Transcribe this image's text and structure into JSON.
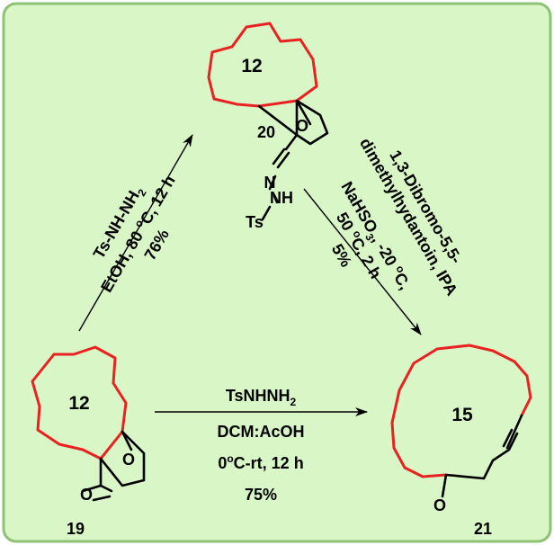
{
  "scheme": {
    "background_color": "#d8f6c6",
    "border_color": "#8ec275",
    "ring_color": "#ea2121"
  },
  "compounds": {
    "c19": {
      "label": "19",
      "ring_label": "12",
      "heteroatom_O_ring": "O",
      "heteroatom_O_keto": "O"
    },
    "c20": {
      "label": "20",
      "ring_label": "12",
      "heteroatom_O_ring": "O",
      "N1": "N",
      "NH": "NH",
      "Ts": "Ts"
    },
    "c21": {
      "label": "21",
      "ring_label": "15",
      "heteroatom_O_keto": "O"
    }
  },
  "reactions": {
    "left": {
      "line1_text": "Ts-NH-NH",
      "line1_sub": "2",
      "line2_text": "EtOH, 80 ",
      "line2_sup": "o",
      "line2_tail": "C, 12 h",
      "line3": "76%"
    },
    "bottom": {
      "line1_text": "TsNHNH",
      "line1_sub": "2",
      "line2": "DCM:AcOH",
      "line3_text": "0",
      "line3_sup": "o",
      "line3_tail": "C-rt, 12 h",
      "line4": "75%"
    },
    "right": {
      "line1": "1,3-Dibromo-5,5-",
      "line2": "dimethylhydantoin, IPA",
      "line3_text": "NaHSO",
      "line3_sub": "3",
      "line3_tail": ", -20 ",
      "line3_sup": "o",
      "line3_end": "C,",
      "line4_text": "50 ",
      "line4_sup": "o",
      "line4_tail": "C, 2 h",
      "line5": "5%"
    }
  }
}
